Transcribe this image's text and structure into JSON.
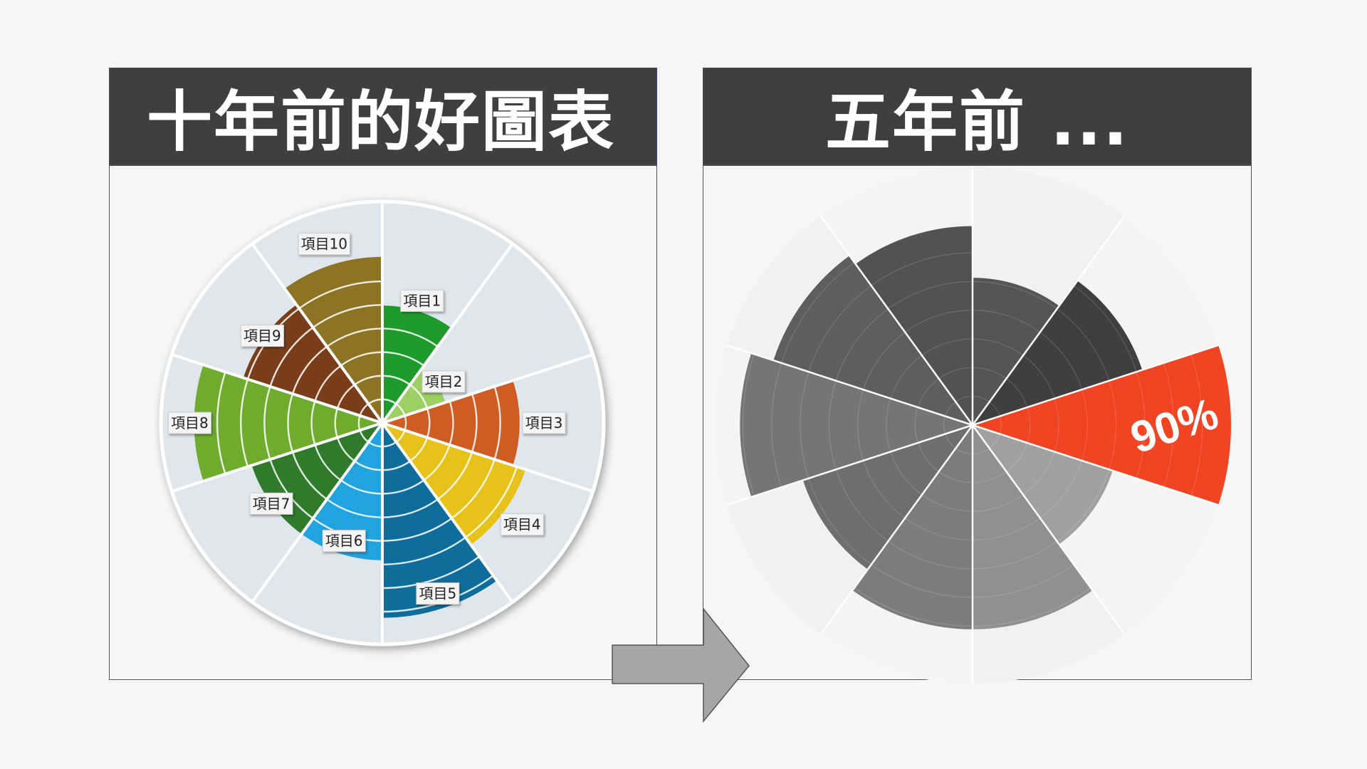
{
  "slide": {
    "left_title": "十年前的好圖表",
    "right_title": "五年前 ..."
  },
  "chart_data": [
    {
      "type": "polar-area",
      "title": "十年前的好圖表",
      "categories": [
        "項目1",
        "項目2",
        "項目3",
        "項目4",
        "項目5",
        "項目6",
        "項目7",
        "項目8",
        "項目9",
        "項目10"
      ],
      "values": [
        0.53,
        0.3,
        0.62,
        0.68,
        0.88,
        0.62,
        0.62,
        0.85,
        0.66,
        0.75
      ],
      "colors": [
        "#1f9a2d",
        "#9ccf64",
        "#cf5c22",
        "#e6c21b",
        "#0f6d9b",
        "#21a3e0",
        "#2f7a2b",
        "#6fac2e",
        "#7a3d1a",
        "#8c7424"
      ],
      "rings": 8,
      "ylim": [
        0,
        1
      ]
    },
    {
      "type": "polar-area",
      "title": "五年前 ...",
      "values": [
        0.57,
        0.69,
        1.0,
        0.57,
        0.79,
        0.79,
        0.69,
        0.9,
        0.81,
        0.77
      ],
      "colors": [
        "#555555",
        "#3f3f3f",
        "#f04423",
        "#a0a0a0",
        "#909090",
        "#7c7c7c",
        "#6e6e6e",
        "#757575",
        "#5e5e5e",
        "#525252"
      ],
      "highlight_label": "90%",
      "rings": 8,
      "ylim": [
        0,
        1
      ]
    }
  ],
  "arrow": {
    "color": "#a6a6a6"
  }
}
